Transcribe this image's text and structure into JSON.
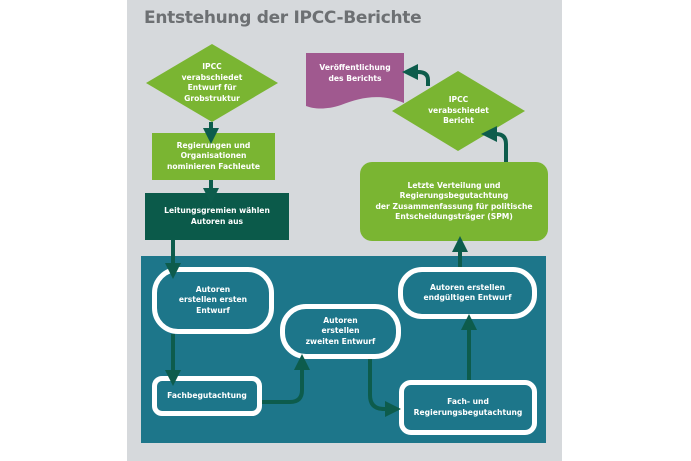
{
  "title": "Entstehung der IPCC-Berichte",
  "nodes": {
    "ipcc_grobstruktur": "IPCC\nverabschiedet\nEntwurf für\nGrobstruktur",
    "regierungen": "Regierungen und\nOrganisationen\nnominieren Fachleute",
    "leitungsgremien": "Leitungsgremien wählen\nAutoren aus",
    "erster_entwurf": "Autoren\nerstellen ersten\nEntwurf",
    "fachbegutachtung": "Fachbegutachtung",
    "zweiter_entwurf": "Autoren\nerstellen\nzweiten Entwurf",
    "fach_regierung": "Fach- und\nRegierungsbegutachtung",
    "endgueltiger_entwurf": "Autoren erstellen\nendgültigen Entwurf",
    "letzte_verteilung": "Letzte Verteilung und\nRegierungsbegutachtung\nder Zusammenfassung für politische\nEntscheidungsträger (SPM)",
    "ipcc_bericht": "IPCC\nverabschiedet\nBericht",
    "veroeffentlichung": "Veröffentlichung\ndes Berichts"
  },
  "colors": {
    "green": "#7ab532",
    "dark": "#0b5a4a",
    "teal": "#1d768a",
    "purple": "#a0598f",
    "arrow": "#0d5c4c"
  }
}
